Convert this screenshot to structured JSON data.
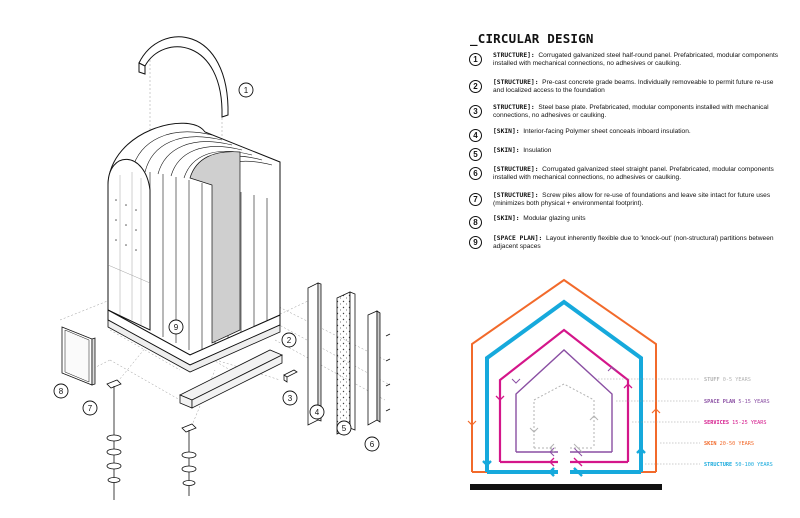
{
  "title": "_CIRCULAR DESIGN",
  "legend": [
    {
      "num": "1",
      "category": "STRUCTURE]:",
      "text": "Corrugated galvanized steel half-round panel. Prefabricated, modular components installed with mechanical connections, no adhesives or caulking."
    },
    {
      "num": "2",
      "category": "[STRUCTURE]:",
      "text": "Pre-cast concrete grade beams. Individually removeable to permit future re-use and localized access to the foundation"
    },
    {
      "num": "3",
      "category": "STRUCTURE]:",
      "text": "Steel base plate. Prefabricated, modular components installed with mechanical connections, no adhesives or caulking."
    },
    {
      "num": "4",
      "category": "[SKIN]:",
      "text": "Interior-facing Polymer sheet conceals inboard insulation."
    },
    {
      "num": "5",
      "category": "[SKIN]:",
      "text": "Insulation"
    },
    {
      "num": "6",
      "category": "[STRUCTURE]:",
      "text": "Corrugated galvanized steel straight panel. Prefabricated, modular components installed with mechanical connections, no adhesives or caulking."
    },
    {
      "num": "7",
      "category": "[STRUCTURE]:",
      "text": "Screw piles allow for re-use of foundations and leave site intact for future uses (minimizes both physical + environmental footprint)."
    },
    {
      "num": "8",
      "category": "[SKIN]:",
      "text": "Modular glazing units"
    },
    {
      "num": "9",
      "category": "[SPACE PLAN]:",
      "text": "Layout inherently flexible due to 'knock-out' (non-structural) partitions between adjacent spaces"
    }
  ],
  "callouts": [
    "1",
    "2",
    "3",
    "4",
    "5",
    "6",
    "7",
    "8",
    "9"
  ],
  "layers": [
    {
      "name": "STUFF",
      "years": "0-5 YEARS",
      "color": "#b3b3b3"
    },
    {
      "name": "SPACE PLAN",
      "years": "5-15 YEARS",
      "color": "#8a4fa3"
    },
    {
      "name": "SERVICES",
      "years": "15-25 YEARS",
      "color": "#d4168a"
    },
    {
      "name": "SKIN",
      "years": "20-50 YEARS",
      "color": "#f26a2b"
    },
    {
      "name": "STRUCTURE",
      "years": "50-100 YEARS",
      "color": "#16a9dc"
    }
  ]
}
